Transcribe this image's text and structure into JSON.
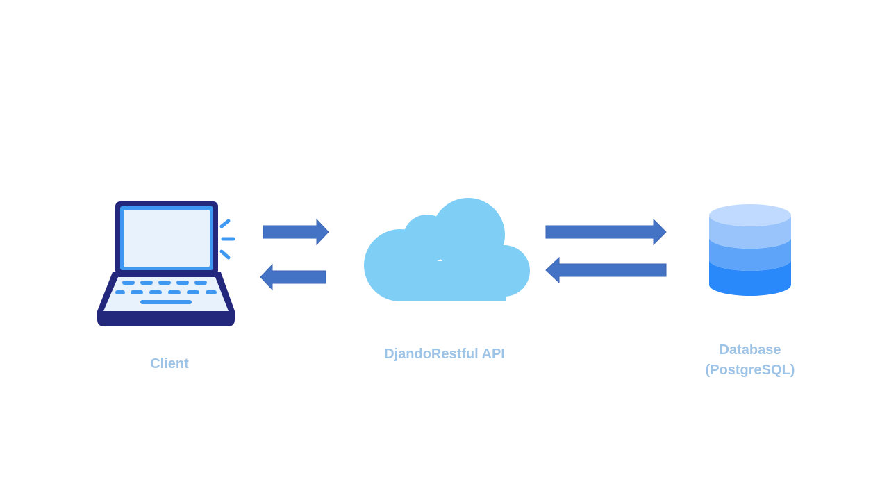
{
  "diagram": {
    "colors": {
      "label": "#9DC3E6",
      "arrow": "#4472C4",
      "arrow_border": "#3A66B4",
      "cloud": "#7FCEF6",
      "laptop_frame": "#24287C",
      "laptop_screen": "#E8F2FC",
      "laptop_accent": "#3E98F2",
      "db_top": "#BFDAFE",
      "db_upper": "#99C4FB",
      "db_middle": "#5EA4F9",
      "db_bottom": "#2988FA"
    },
    "nodes": {
      "client": {
        "label": "Client",
        "icon": "laptop-icon"
      },
      "api": {
        "label": "DjandoRestful API",
        "icon": "cloud-icon"
      },
      "database": {
        "label_line1": "Database",
        "label_line2": "(PostgreSQL)",
        "icon": "database-icon"
      }
    },
    "connections": [
      {
        "from": "client",
        "to": "api",
        "direction": "right"
      },
      {
        "from": "api",
        "to": "client",
        "direction": "left"
      },
      {
        "from": "api",
        "to": "database",
        "direction": "right"
      },
      {
        "from": "database",
        "to": "api",
        "direction": "left"
      }
    ]
  }
}
